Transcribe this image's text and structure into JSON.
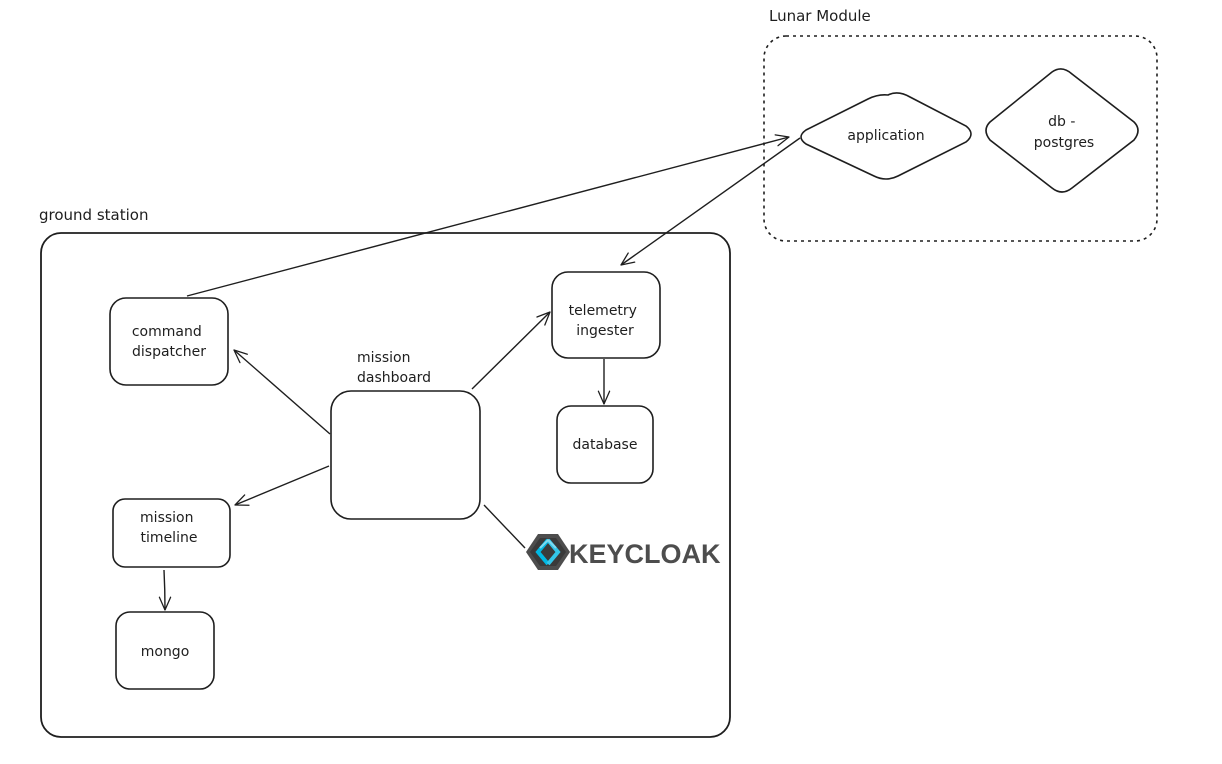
{
  "groups": {
    "lunar_module": "Lunar Module",
    "ground_station": "ground station"
  },
  "nodes": {
    "application": [
      "application"
    ],
    "db_postgres": [
      "db -",
      "postgres"
    ],
    "command_dispatcher": [
      "command",
      "dispatcher"
    ],
    "mission_dashboard": [
      "mission",
      "dashboard"
    ],
    "telemetry_ingester": [
      "telemetry",
      "ingester"
    ],
    "database": [
      "database"
    ],
    "mission_timeline": [
      "mission",
      "timeline"
    ],
    "mongo": [
      "mongo"
    ]
  },
  "logo": {
    "text": "KEYCLOAK",
    "icon": "keycloak-logo-icon",
    "colors": {
      "outer": "#4d4d4d",
      "inner": "#00b8e3",
      "text": "#4d4d4d"
    }
  },
  "style": {
    "stroke": "#1e1e1e",
    "background": "#ffffff"
  }
}
